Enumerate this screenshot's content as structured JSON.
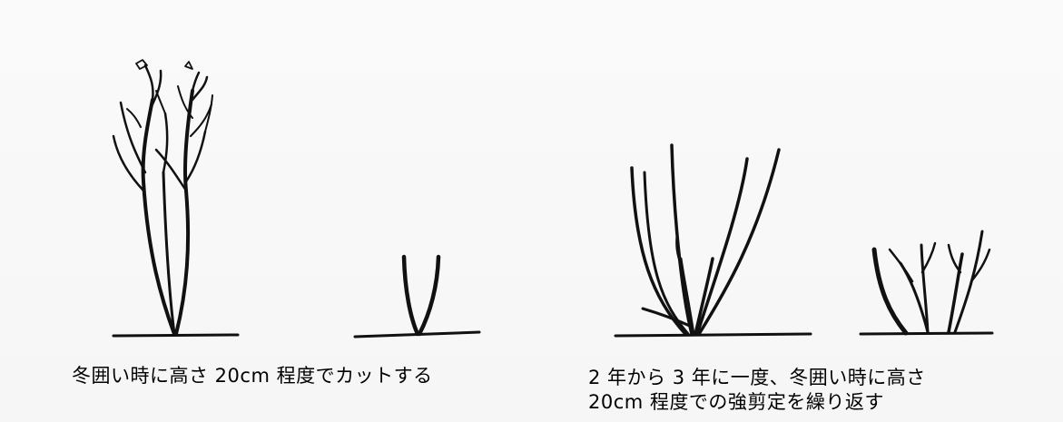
{
  "captions": {
    "left": "冬囲い時に高さ 20cm 程度でカットする",
    "right_line1": "2 年から 3 年に一度、冬囲い時に高さ",
    "right_line2": "20cm 程度での強剪定を繰り返す"
  },
  "colors": {
    "ink": "#111111",
    "paper": "#f8f8f8"
  }
}
